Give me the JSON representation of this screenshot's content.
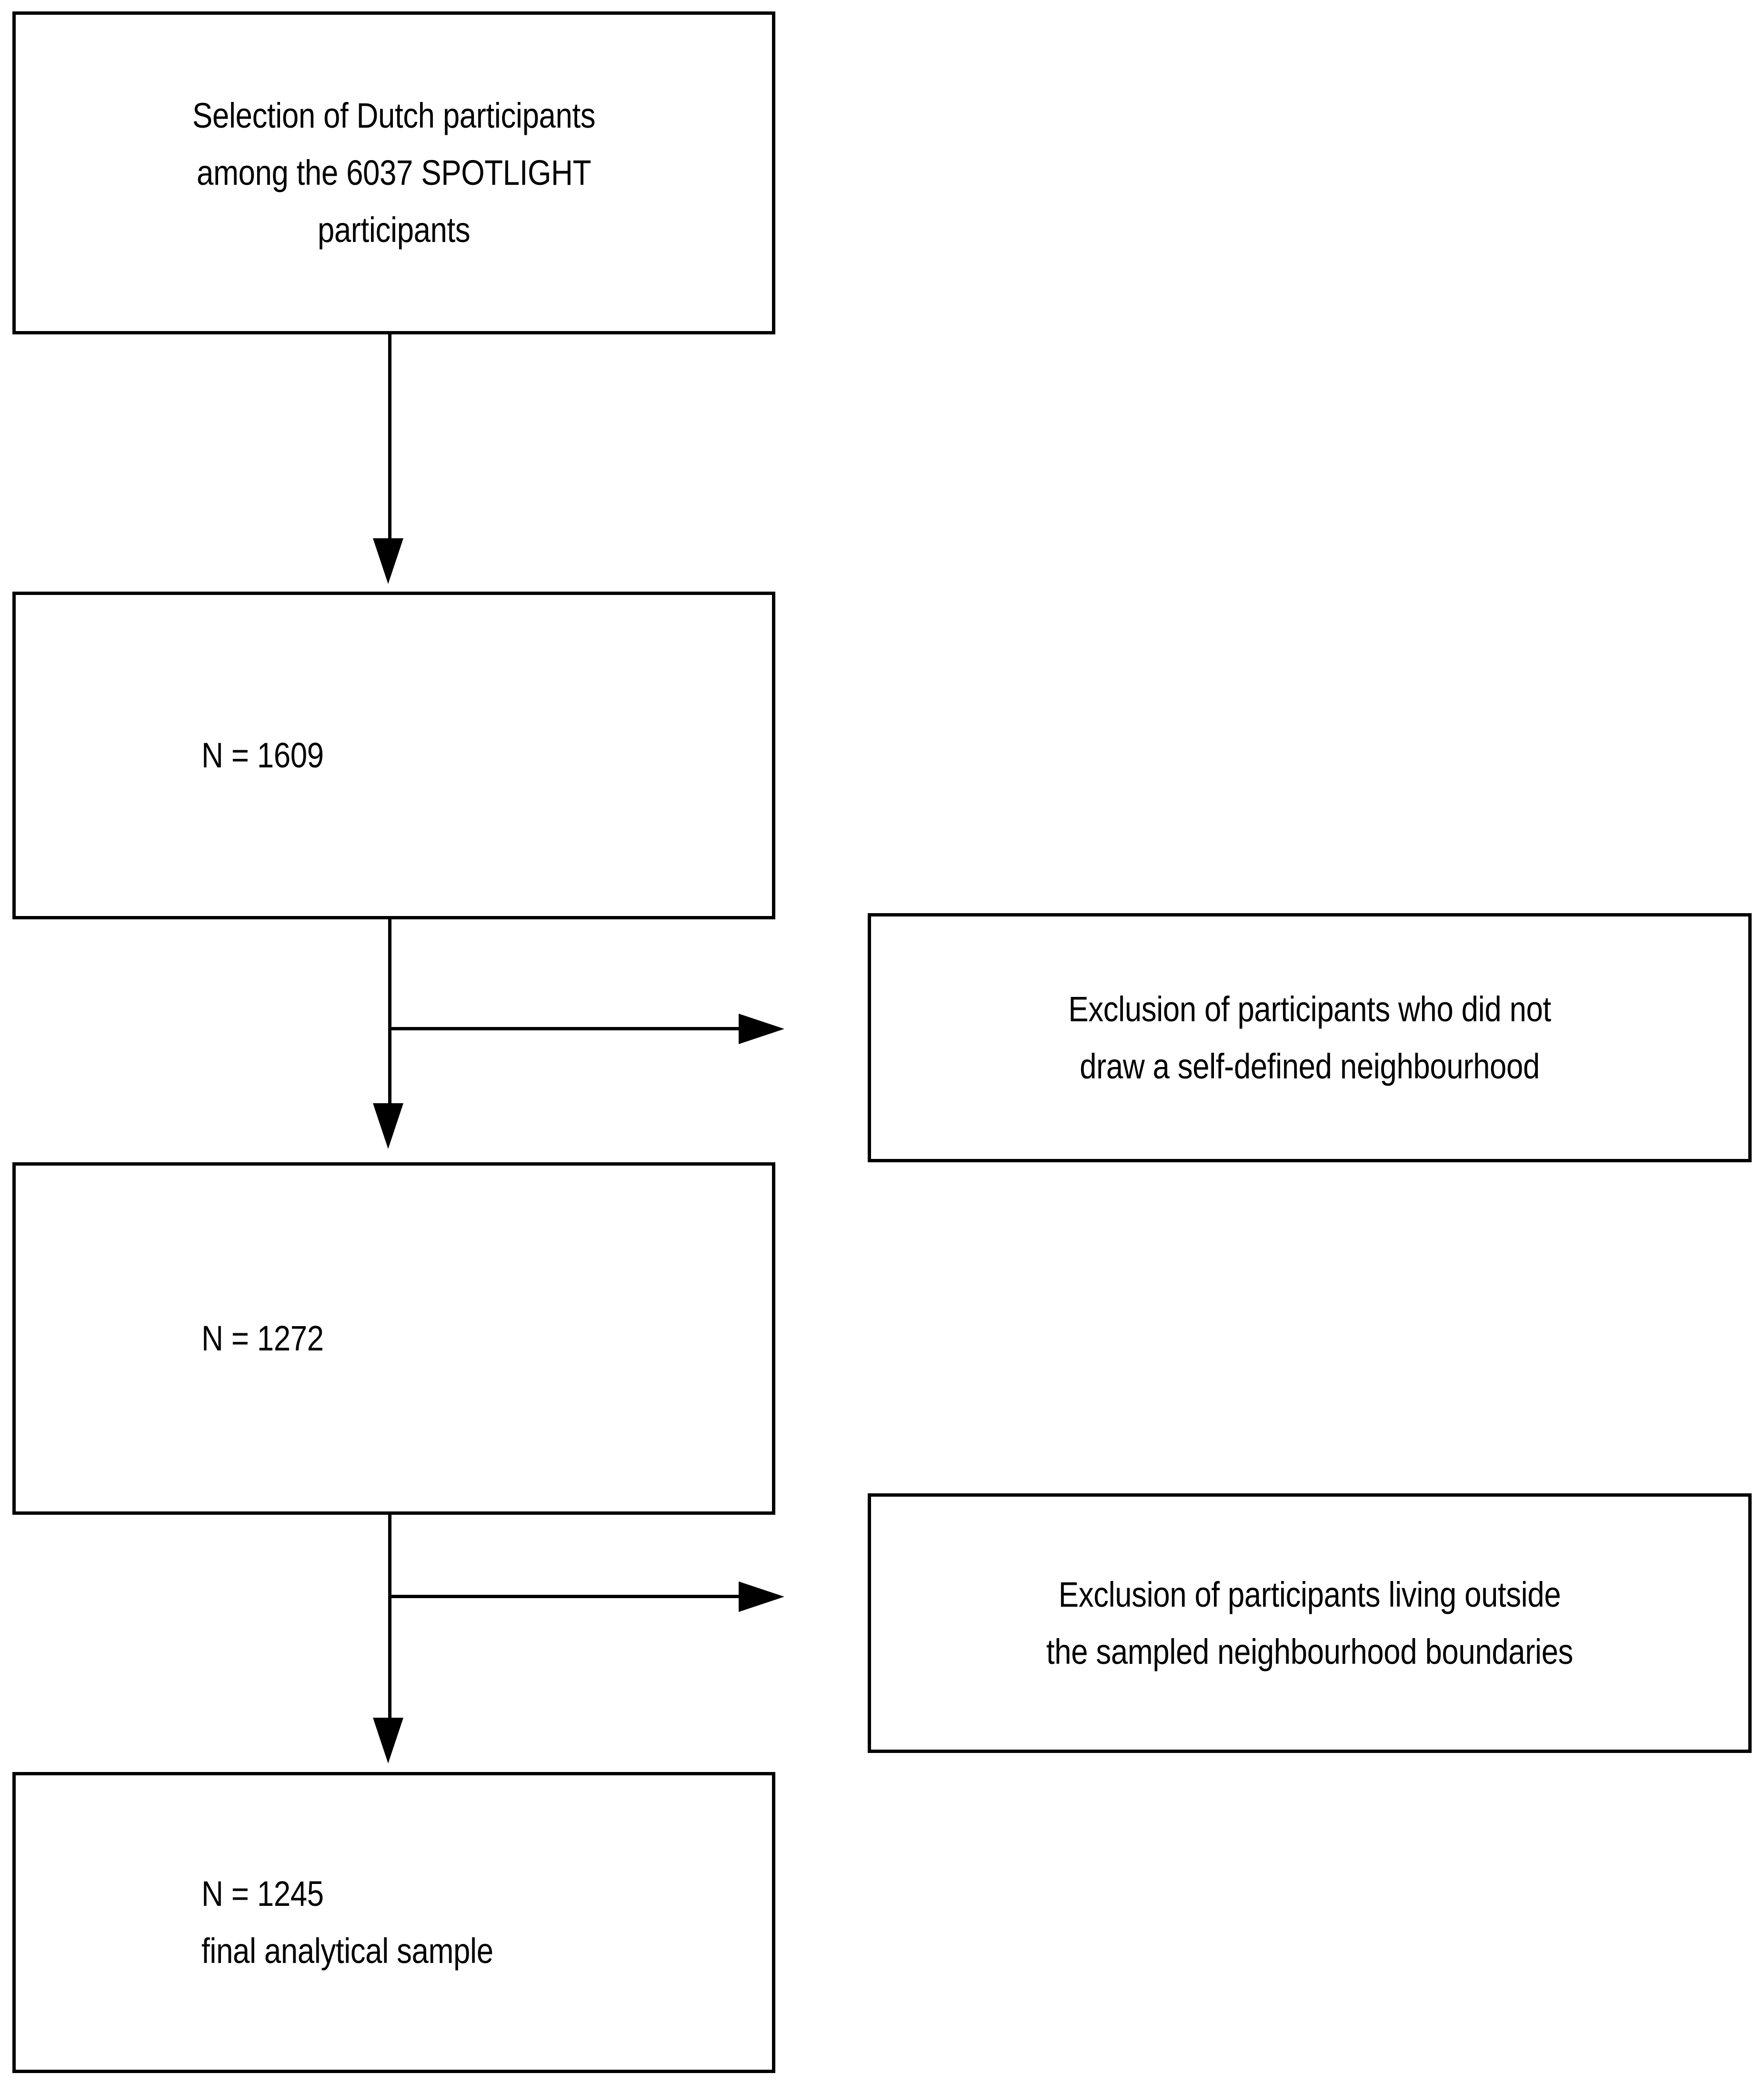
{
  "figure": {
    "kind": "participant-selection-flow-chart",
    "background_color": "#ffffff",
    "line_color": "#000000",
    "text_color": "#000000"
  },
  "nodes": {
    "source": {
      "lines": [
        "Selection of Dutch participants",
        "among the 6037 SPOTLIGHT",
        "participants"
      ]
    },
    "stage_1": {
      "lines": [
        "N = 1609"
      ],
      "count": 1609
    },
    "stage_2": {
      "lines": [
        "N = 1272"
      ],
      "count": 1272
    },
    "stage_3": {
      "lines": [
        "N = 1245",
        "final analytical sample"
      ],
      "count": 1245
    },
    "exclusion_1": {
      "lines": [
        "Exclusion of participants who did not",
        "draw a self-defined neighbourhood"
      ]
    },
    "exclusion_2": {
      "lines": [
        "Exclusion of participants living outside",
        "the sampled neighbourhood boundaries"
      ]
    }
  },
  "connectors": {
    "source_to_stage_1": "arrow-down",
    "stage_1_to_stage_2": "arrow-down",
    "stage_1_to_exclusion_1": "arrow-right",
    "stage_2_to_stage_3": "arrow-down",
    "stage_2_to_exclusion_2": "arrow-right"
  }
}
